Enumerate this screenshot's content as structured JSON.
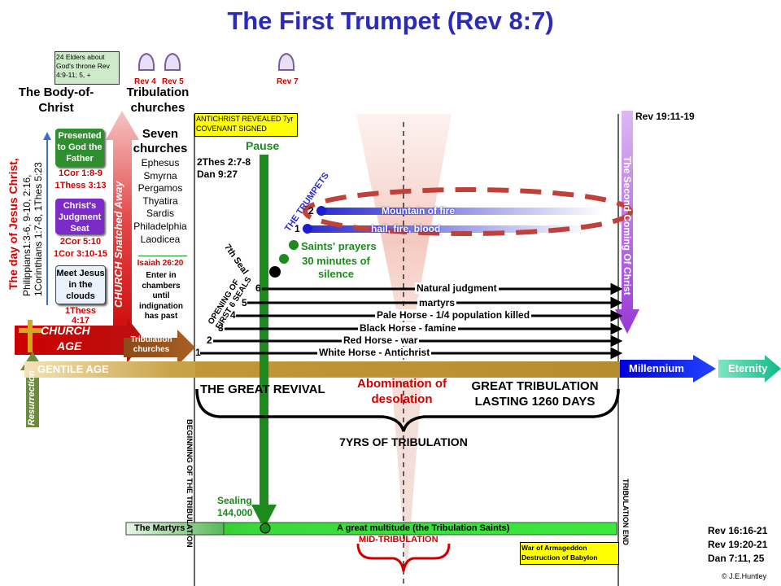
{
  "title": "The First Trumpet (Rev 8:7)",
  "elders_box": "24 Elders about God's throne Rev 4:9-11; 5, +",
  "harp_labels": {
    "rev4": "Rev 4",
    "rev5": "Rev 5",
    "rev7": "Rev 7"
  },
  "column_headers": {
    "body": "The Body-of-Christ",
    "tribulation": "Tribulation churches"
  },
  "seven_churches": {
    "heading": "Seven churches",
    "names": [
      "Ephesus",
      "Smyrna",
      "Pergamos",
      "Thyatira",
      "Sardis",
      "Philadelphia",
      "Laodicea"
    ],
    "isaiah_ref": "Isaiah 26:20",
    "isaiah_text": "Enter in chambers until indignation has past"
  },
  "antichrist_box": "ANTICHRIST  REVEALED 7yr COVENANT  SIGNED",
  "pause_label": "Pause",
  "thess_ref": "2Thes 2:7-8",
  "dan_ref": "Dan 9:27",
  "rev19_ref": "Rev 19:11-19",
  "body_boxes": [
    {
      "text": "Presented to God the Father",
      "refs": [
        "1Cor 1:8-9",
        "1Thess 3:13"
      ]
    },
    {
      "text": "Christ's Judgment Seat",
      "refs": [
        "2Cor 5:10",
        "1Cor 3:10-15"
      ]
    },
    {
      "text": "Meet Jesus in the clouds",
      "refs": [
        "1Thess 4:17"
      ]
    }
  ],
  "vertical_labels": {
    "day_of_christ": "The day of Jesus Christ,",
    "day_refs_1": "Philippians1:3-6,  9-10, 2:16,",
    "day_refs_2": "1Corinthians 1:7-8, 1Thes 5:23",
    "snatched": "CHURCH Snatched Away",
    "resurrection": "Resurrection",
    "second_coming": "The Second Coming Of Christ",
    "beginning": "BEGINNING  OF THE TRIBULATION",
    "trib_end": "TRIBULATION END",
    "trumpets": "THE TRUMPETS",
    "seventh_seal": "7th Seal",
    "opening": "OPENING OF FIRST 6 SEALS"
  },
  "church_age": {
    "line1": "CHURCH",
    "line2": "AGE"
  },
  "trib_churches_arrow": "Tribulation churches",
  "gentile_age": "GENTILE AGE",
  "millennium": "Millennium",
  "eternity": "Eternity",
  "seals": [
    {
      "num": "1",
      "label": "White Horse - Antichrist"
    },
    {
      "num": "2",
      "label": "Red Horse - war"
    },
    {
      "num": "3",
      "label": "Black Horse - famine"
    },
    {
      "num": "4",
      "label": "Pale Horse - 1/4 population killed"
    },
    {
      "num": "5",
      "label": "martyrs"
    },
    {
      "num": "6",
      "label": "Natural judgment"
    }
  ],
  "seventh_seal_items": [
    "Saints' prayers",
    "30 minutes of silence"
  ],
  "trumpets": [
    {
      "num": "1",
      "label": "hail, fire, blood"
    },
    {
      "num": "2",
      "label": "Mountain of fire"
    }
  ],
  "great_revival": "THE GREAT REVIVAL",
  "abomination": "Abomination of desolation",
  "great_tribulation": "GREAT TRIBULATION LASTING 1260 DAYS",
  "seven_years": "7YRS OF TRIBULATION",
  "sealing": "Sealing 144,000",
  "martyrs": "The Martyrs",
  "multitude": "A great multitude (the Tribulation Saints)",
  "mid_trib": "MID-TRIBULATION",
  "armageddon": "War of Armageddon Destruction of Babylon",
  "end_refs": [
    "Rev 16:16-21",
    "Rev 19:20-21",
    "Dan 7:11, 25"
  ],
  "copyright": "© J.E.Huntley",
  "colors": {
    "title": "#2b2bb8",
    "green": "#1c8a1c",
    "red": "#d00000",
    "purple": "#9a37d6"
  }
}
